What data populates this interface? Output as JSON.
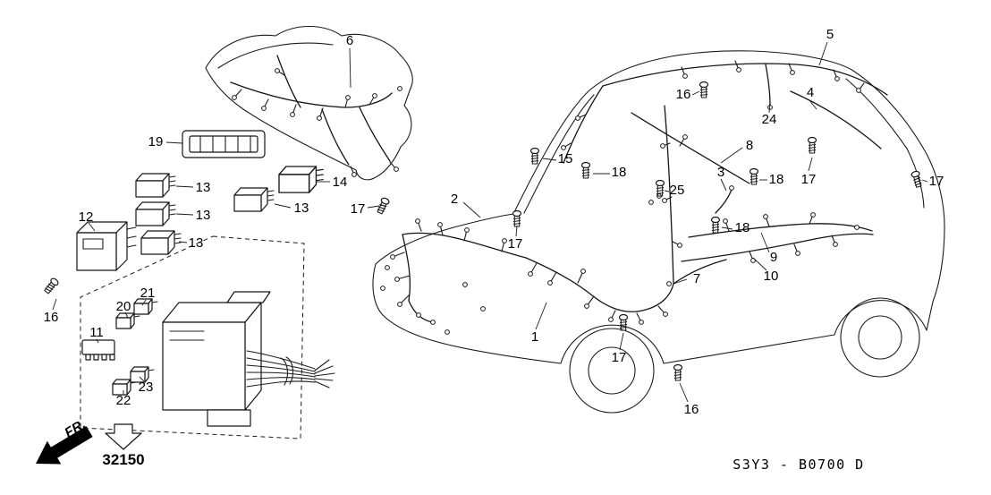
{
  "diagram": {
    "type": "parts-diagram",
    "subject": "wire-harness",
    "part_code": "S3Y3 - B0700 D",
    "inset_ref": "32150",
    "front_label": "FR."
  },
  "callouts": [
    {
      "label": "6"
    },
    {
      "label": "5"
    },
    {
      "label": "16"
    },
    {
      "label": "24"
    },
    {
      "label": "4"
    },
    {
      "label": "8"
    },
    {
      "label": "19"
    },
    {
      "label": "15"
    },
    {
      "label": "18"
    },
    {
      "label": "14"
    },
    {
      "label": "13"
    },
    {
      "label": "3"
    },
    {
      "label": "18"
    },
    {
      "label": "17"
    },
    {
      "label": "17"
    },
    {
      "label": "12"
    },
    {
      "label": "13"
    },
    {
      "label": "13"
    },
    {
      "label": "2"
    },
    {
      "label": "17"
    },
    {
      "label": "25"
    },
    {
      "label": "18"
    },
    {
      "label": "13"
    },
    {
      "label": "17"
    },
    {
      "label": "9"
    },
    {
      "label": "10"
    },
    {
      "label": "16"
    },
    {
      "label": "21"
    },
    {
      "label": "20"
    },
    {
      "label": "7"
    },
    {
      "label": "11"
    },
    {
      "label": "1"
    },
    {
      "label": "17"
    },
    {
      "label": "22"
    },
    {
      "label": "23"
    },
    {
      "label": "16"
    }
  ]
}
